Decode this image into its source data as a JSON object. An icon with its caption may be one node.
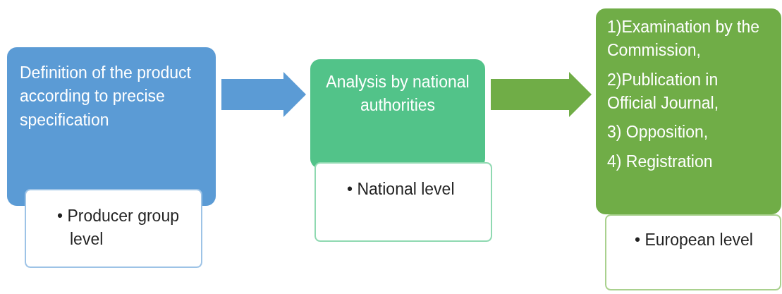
{
  "diagram": {
    "nodes": [
      {
        "text": [
          "Definition of the product according to precise specification"
        ]
      },
      {
        "text": [
          "• Producer group level"
        ]
      },
      {
        "text": [
          "Analysis by national authorities"
        ]
      },
      {
        "text": [
          "• National level"
        ]
      },
      {
        "text": [
          "1)Examination by the Commission,",
          "2)Publication in Official Journal,",
          "3) Opposition,",
          "4) Registration"
        ]
      },
      {
        "text": [
          "• European level"
        ]
      }
    ],
    "edges": [
      {
        "from": 0,
        "to": 2,
        "arrow": "to",
        "color": "#5b9bd5"
      },
      {
        "from": 2,
        "to": 4,
        "arrow": "to",
        "color": "#70ad47"
      }
    ]
  }
}
